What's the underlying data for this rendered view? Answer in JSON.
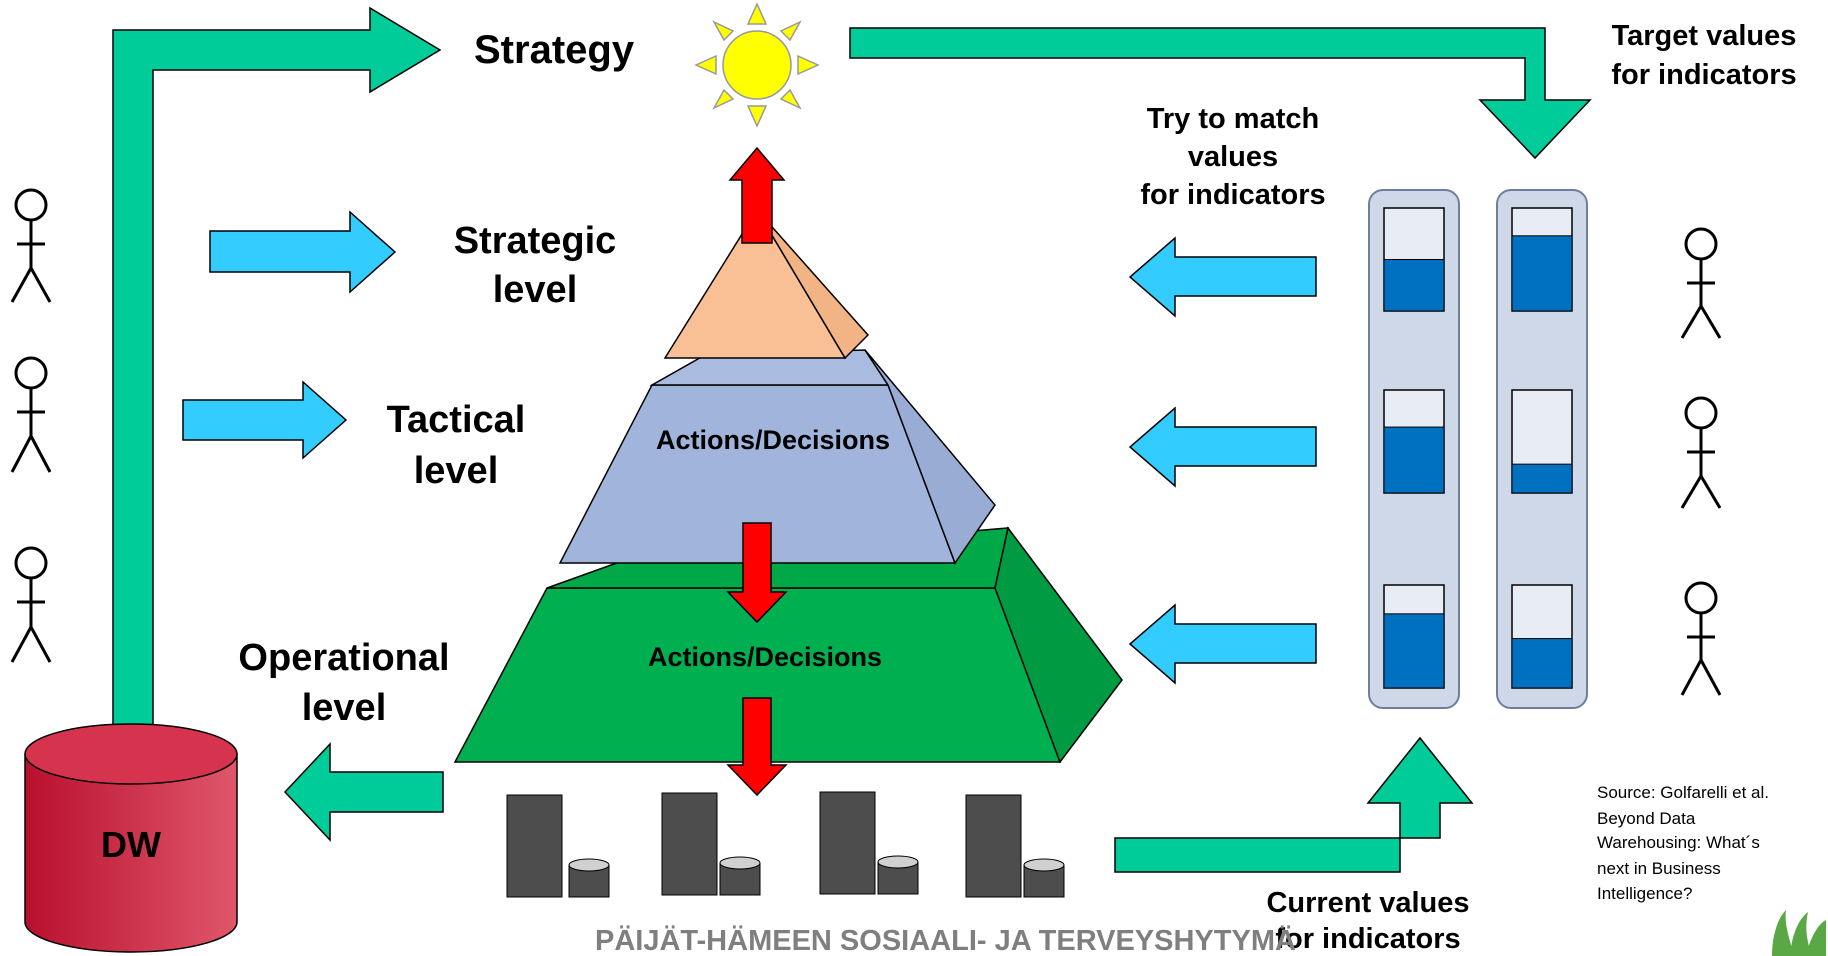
{
  "labels": {
    "strategy": "Strategy",
    "strategic_level": [
      "Strategic",
      "level"
    ],
    "tactical_level": [
      "Tactical",
      "level"
    ],
    "operational_level": [
      "Operational",
      "level"
    ],
    "try_to_match": [
      "Try to match",
      "values",
      "for indicators"
    ],
    "target_values": [
      "Target values",
      "for indicators"
    ],
    "current_values": [
      "Current values",
      "for indicators"
    ],
    "actions_tactical": "Actions/Decisions",
    "actions_operational": "Actions/Decisions",
    "dw": "DW",
    "footer": "PÄIJÄT-HÄMEEN SOSIAALI- JA TERVEYSHYTYMÄ",
    "source": [
      "Source: Golfarelli et al.",
      "Beyond Data",
      "Warehousing: What´s",
      "next in Business",
      "Intelligence?"
    ]
  },
  "indicators": {
    "left_column_levels": [
      0.5,
      0.64,
      0.72
    ],
    "right_column_levels": [
      0.73,
      0.28,
      0.48
    ]
  },
  "colors": {
    "teal_arrow": "#00cc99",
    "blue_arrow": "#33ccff",
    "red_arrow": "#ff0000",
    "pyramid_top": "#f9c095",
    "pyramid_middle": "#a0b4dc",
    "pyramid_bottom": "#00b050",
    "dw_red": "#d6334f",
    "gauge_fill": "#0070c0",
    "gauge_panel": "#cfd8e8",
    "server_gray": "#4d4d4d",
    "sun_yellow": "#ffff00"
  }
}
